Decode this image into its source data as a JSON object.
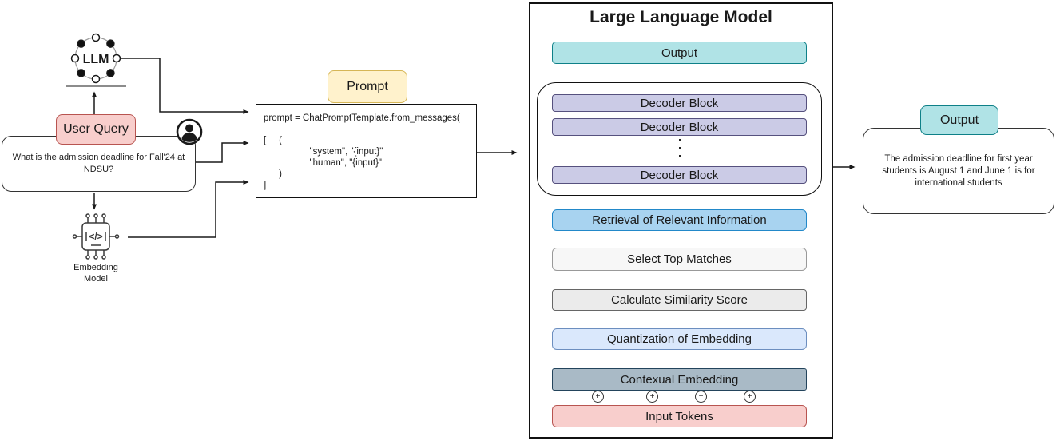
{
  "left": {
    "llm_icon_label": "LLM",
    "user_query_label": "User Query",
    "query_text": "What is the admission deadline for Fall'24 at NDSU?",
    "embedding_model_label": "Embedding Model"
  },
  "prompt": {
    "label": "Prompt",
    "code": "prompt = ChatPromptTemplate.from_messages(\n\n[     (\n                  \"system\", \"{input}\"\n                  \"human\", \"{input}\"\n      )\n]"
  },
  "llm": {
    "title": "Large Language Model",
    "output_label": "Output",
    "decoder_blocks": [
      "Decoder Block",
      "Decoder Block",
      "Decoder Block"
    ],
    "stages": [
      {
        "label": "Retrieval of Relevant Information",
        "fill": "#a8d3f0",
        "border": "#2288c9"
      },
      {
        "label": "Select Top Matches",
        "fill": "#f7f7f7",
        "border": "#999999"
      },
      {
        "label": "Calculate Similarity Score",
        "fill": "#ebebeb",
        "border": "#666666"
      },
      {
        "label": "Quantization of Embedding",
        "fill": "#dae8fc",
        "border": "#6c8ebf"
      },
      {
        "label": "Contexual Embedding",
        "fill": "#a9bac6",
        "border": "#23445c"
      },
      {
        "label": "Input Tokens",
        "fill": "#f8cecc",
        "border": "#b85450"
      }
    ],
    "plus_symbol": "+"
  },
  "right_output": {
    "label": "Output",
    "text": "The admission deadline for first year students is August 1 and June 1 is for international students"
  },
  "colors": {
    "pink_fill": "#f8cecc",
    "pink_border": "#b85450",
    "yellow_fill": "#fff2cc",
    "yellow_border": "#d6b656",
    "teal_fill": "#b0e3e6",
    "teal_border": "#0e8088",
    "decoder_fill": "#cbcbe6",
    "decoder_border": "#56517e",
    "line_color": "#1a1a1a"
  }
}
